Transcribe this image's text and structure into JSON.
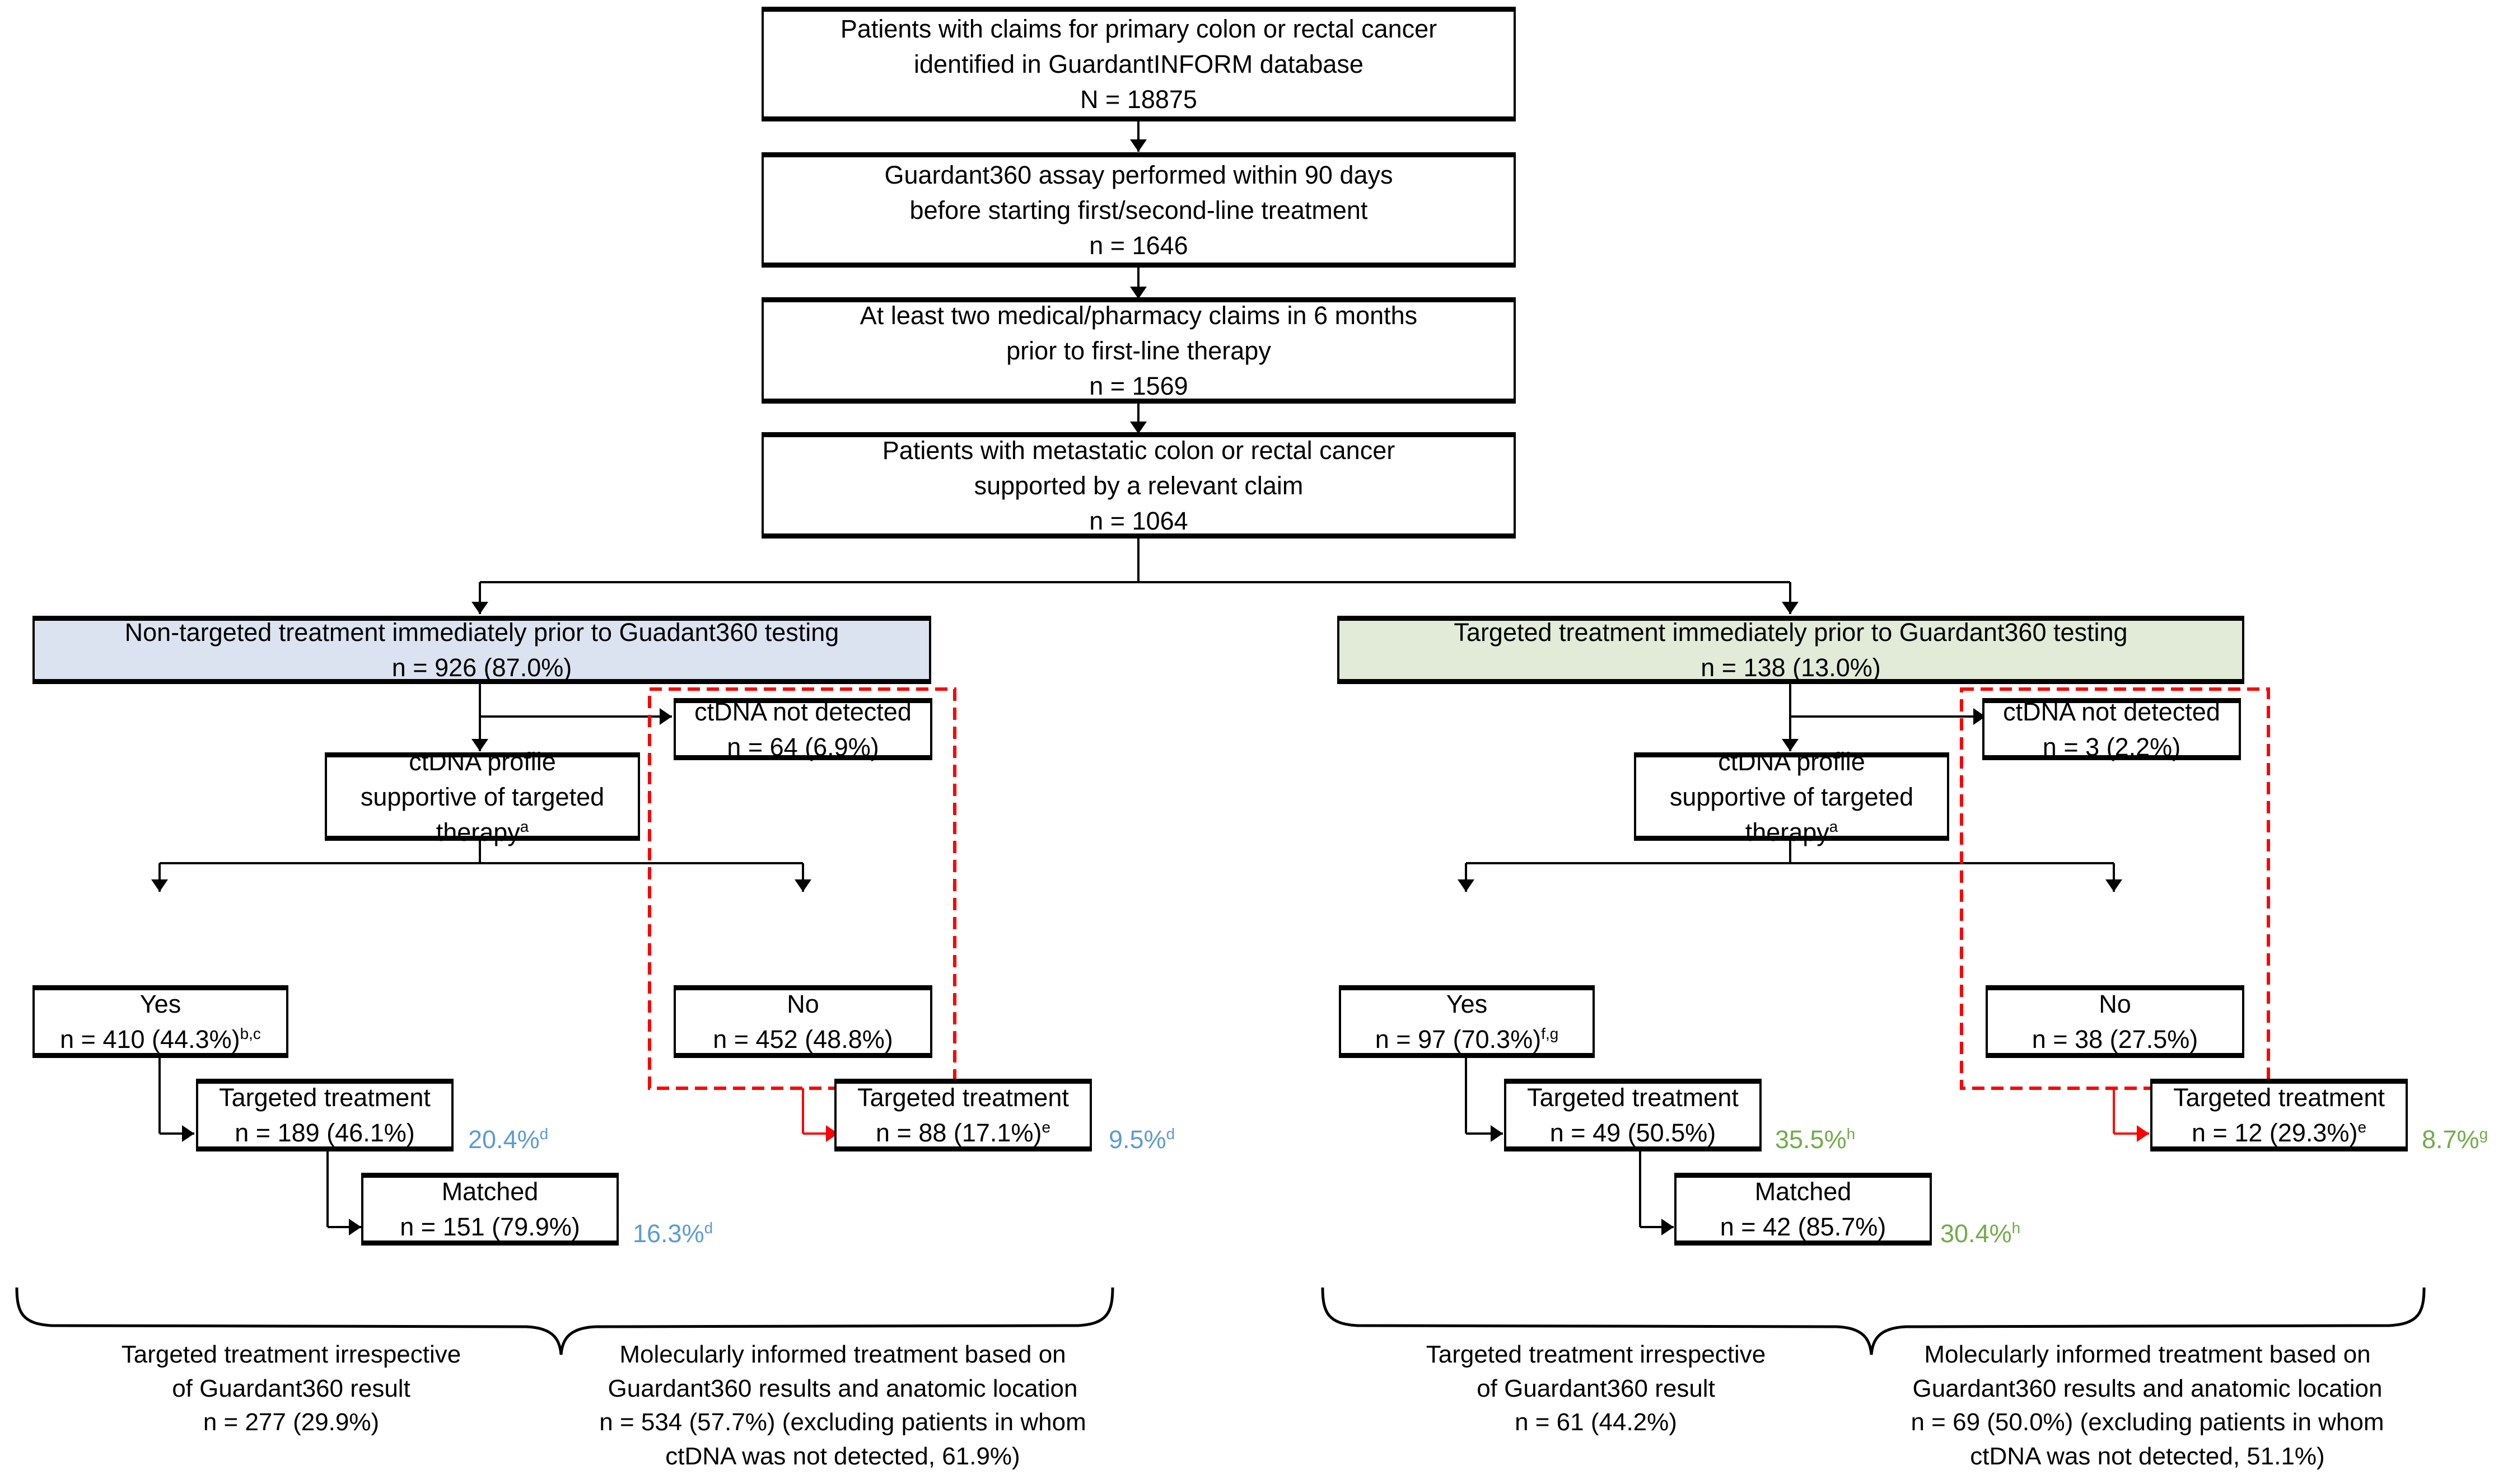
{
  "flow": {
    "top": [
      {
        "id": "n1",
        "lines": [
          "Patients with claims for primary colon or rectal cancer",
          "identified in GuardantINFORM database",
          "N = 18875"
        ]
      },
      {
        "id": "n2",
        "lines": [
          "Guardant360 assay performed within 90 days",
          "before starting first/second-line treatment",
          "n = 1646"
        ]
      },
      {
        "id": "n3",
        "lines": [
          "At least two medical/pharmacy claims in 6 months",
          "prior to first-line therapy",
          "n = 1569"
        ]
      },
      {
        "id": "n4",
        "lines": [
          "Patients with metastatic colon or rectal cancer",
          "supported by a relevant claim",
          "n = 1064"
        ]
      }
    ],
    "left": {
      "header": {
        "lines": [
          "Non-targeted treatment immediately prior to Guadant360 testing",
          "n = 926 (87.0%)"
        ]
      },
      "notdet": {
        "lines": [
          "ctDNA not detected",
          "n = 64 (6.9%)"
        ]
      },
      "profile": {
        "lines": [
          "ctDNA profile",
          "supportive of targeted",
          "therapy<sup>a</sup>"
        ]
      },
      "yes": {
        "lines": [
          "Yes",
          "n = 410 (44.3%)<sup>b,c</sup>"
        ]
      },
      "no": {
        "lines": [
          "No",
          "n = 452 (48.8%)"
        ]
      },
      "tt_yes": {
        "lines": [
          "Targeted treatment",
          "n = 189 (46.1%)"
        ]
      },
      "tt_no": {
        "lines": [
          "Targeted treatment",
          "n = 88 (17.1%)<sup>e</sup>"
        ]
      },
      "matched": {
        "lines": [
          "Matched",
          "n = 151 (79.9%)"
        ]
      },
      "pct_tt_yes": "20.4%<sup>d</sup>",
      "pct_tt_no": "9.5%<sup>d</sup>",
      "pct_matched": "16.3%<sup>d</sup>",
      "cap_left": {
        "lines": [
          "Targeted treatment irrespective",
          "of Guardant360 result",
          "n = 277 (29.9%)"
        ]
      },
      "cap_right": {
        "lines": [
          "Molecularly informed treatment based on",
          "Guardant360 results and anatomic location",
          "n = 534 (57.7%) (excluding patients in whom",
          "ctDNA was not detected, 61.9%)"
        ]
      }
    },
    "right": {
      "header": {
        "lines": [
          "Targeted treatment immediately prior to Guardant360 testing",
          "n = 138 (13.0%)"
        ]
      },
      "notdet": {
        "lines": [
          "ctDNA not detected",
          "n = 3 (2.2%)"
        ]
      },
      "profile": {
        "lines": [
          "ctDNA profile",
          "supportive of targeted",
          "therapy<sup>a</sup>"
        ]
      },
      "yes": {
        "lines": [
          "Yes",
          "n = 97 (70.3%)<sup>f,g</sup>"
        ]
      },
      "no": {
        "lines": [
          "No",
          "n = 38 (27.5%)"
        ]
      },
      "tt_yes": {
        "lines": [
          "Targeted treatment",
          "n = 49 (50.5%)"
        ]
      },
      "tt_no": {
        "lines": [
          "Targeted treatment",
          "n = 12 (29.3%)<sup>e</sup>"
        ]
      },
      "matched": {
        "lines": [
          "Matched",
          "n = 42 (85.7%)"
        ]
      },
      "pct_tt_yes": "35.5%<sup>h</sup>",
      "pct_tt_no": "8.7%<sup>g</sup>",
      "pct_matched": "30.4%<sup>h</sup>",
      "cap_left": {
        "lines": [
          "Targeted treatment irrespective",
          "of Guardant360 result",
          "n = 61 (44.2%)"
        ]
      },
      "cap_right": {
        "lines": [
          "Molecularly informed treatment based on",
          "Guardant360 results and anatomic location",
          "n = 69 (50.0%) (excluding patients in whom",
          "ctDNA was not detected, 51.1%)"
        ]
      }
    }
  },
  "colors": {
    "blue_fill": "#dce3f0",
    "green_fill": "#e2ebd8",
    "blue_text": "#5b9bd5",
    "green_text": "#70ad47",
    "highlight_dashed": "#ff0000",
    "stroke": "#000000"
  }
}
